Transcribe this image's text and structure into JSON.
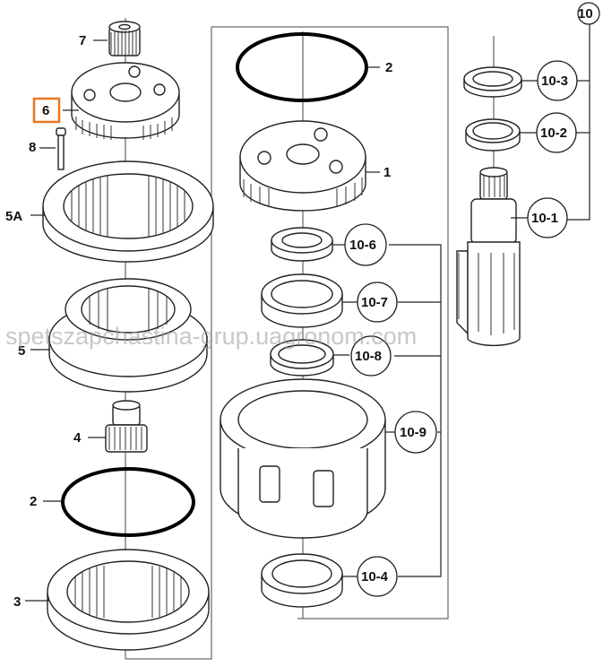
{
  "diagram": {
    "labels": {
      "p7": "7",
      "p6": "6",
      "p8": "8",
      "p5A": "5A",
      "p5": "5",
      "p4": "4",
      "p2_left": "2",
      "p3": "3",
      "p2_right": "2",
      "p1": "1",
      "p10": "10",
      "p10_3": "10-3",
      "p10_2": "10-2",
      "p10_1": "10-1",
      "p10_6": "10-6",
      "p10_7": "10-7",
      "p10_8": "10-8",
      "p10_9": "10-9",
      "p10_4": "10-4"
    },
    "highlight_color": "#e87722",
    "watermark": "spetszapchastina-grup.uagronom.com"
  }
}
